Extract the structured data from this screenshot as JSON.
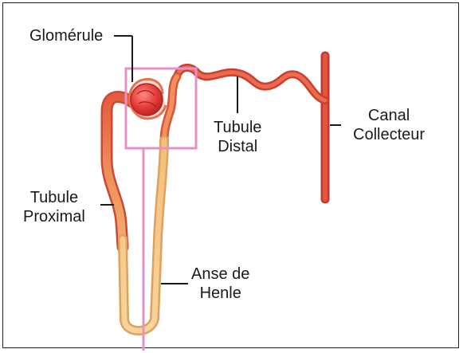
{
  "labels": {
    "glomerule": "Glomérule",
    "tubule_distal": [
      "Tubule",
      "Distal"
    ],
    "canal_collecteur": [
      "Canal",
      "Collecteur"
    ],
    "tubule_proximal": [
      "Tubule",
      "Proximal"
    ],
    "anse_de_henle": [
      "Anse de",
      "Henle"
    ]
  },
  "colors": {
    "background": "#ffffff",
    "frame": "#222222",
    "highlight_box": "#e690c8",
    "tube_red": "#e4483a",
    "tube_orange": "#f0a860",
    "tube_yellow": "#f6d49a",
    "glomerulus": "#e63a3a"
  }
}
